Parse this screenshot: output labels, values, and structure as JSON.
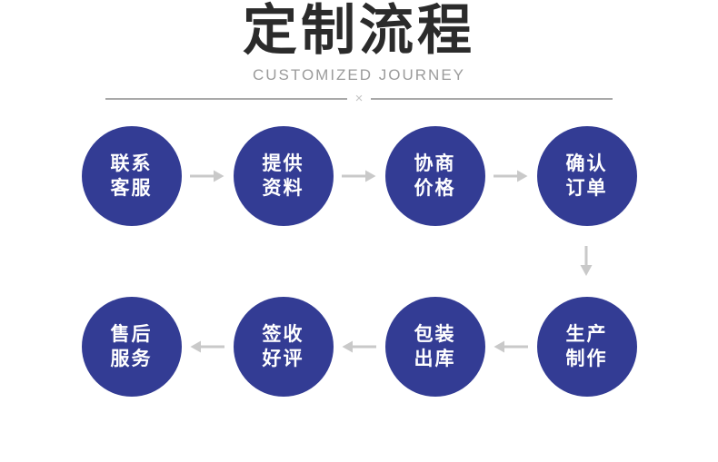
{
  "header": {
    "title": "定制流程",
    "subtitle": "CUSTOMIZED JOURNEY",
    "divider_symbol": "×"
  },
  "colors": {
    "background": "#ffffff",
    "circle_fill": "#333c94",
    "circle_text": "#ffffff",
    "arrow": "#c9c9c9",
    "title_text": "#2b2b2b",
    "subtitle_text": "#9b9b9b",
    "divider_line": "#a9a9a9",
    "divider_symbol": "#c4c4c4"
  },
  "icons": {
    "arrow_right": "→",
    "arrow_left": "←",
    "arrow_down": "↓",
    "divider_x": "×"
  },
  "flow": {
    "rows": [
      {
        "name": "top",
        "arrow_direction": "right",
        "steps": [
          {
            "id": "contact-service",
            "line1": "联系",
            "line2": "客服"
          },
          {
            "id": "provide-materials",
            "line1": "提供",
            "line2": "资料"
          },
          {
            "id": "negotiate-price",
            "line1": "协商",
            "line2": "价格"
          },
          {
            "id": "confirm-order",
            "line1": "确认",
            "line2": "订单"
          }
        ]
      },
      {
        "name": "bottom",
        "arrow_direction": "left",
        "steps": [
          {
            "id": "after-sales-service",
            "line1": "售后",
            "line2": "服务"
          },
          {
            "id": "sign-and-review",
            "line1": "签收",
            "line2": "好评"
          },
          {
            "id": "pack-and-ship",
            "line1": "包装",
            "line2": "出库"
          },
          {
            "id": "production",
            "line1": "生产",
            "line2": "制作"
          }
        ]
      }
    ]
  }
}
